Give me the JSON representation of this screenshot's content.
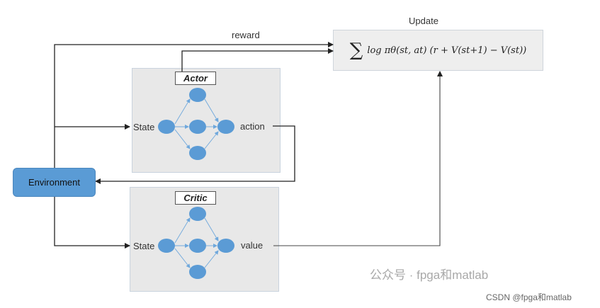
{
  "update": {
    "label": "Update",
    "formula": "log πθ(st, at) (r + V(st+1) − V(st))",
    "sigma": "∑"
  },
  "reward_label": "reward",
  "environment_label": "Environment",
  "actor": {
    "title": "Actor",
    "input_label": "State",
    "output_label": "action"
  },
  "critic": {
    "title": "Critic",
    "input_label": "State",
    "output_label": "value"
  },
  "watermark": "公众号 · fpga和matlab",
  "csdn_credit": "CSDN @fpga和matlab",
  "colors": {
    "node_fill": "#5b9bd5",
    "panel_fill": "#e8e8e8",
    "environment_fill": "#5a9bd5",
    "arrow": "#222222"
  }
}
